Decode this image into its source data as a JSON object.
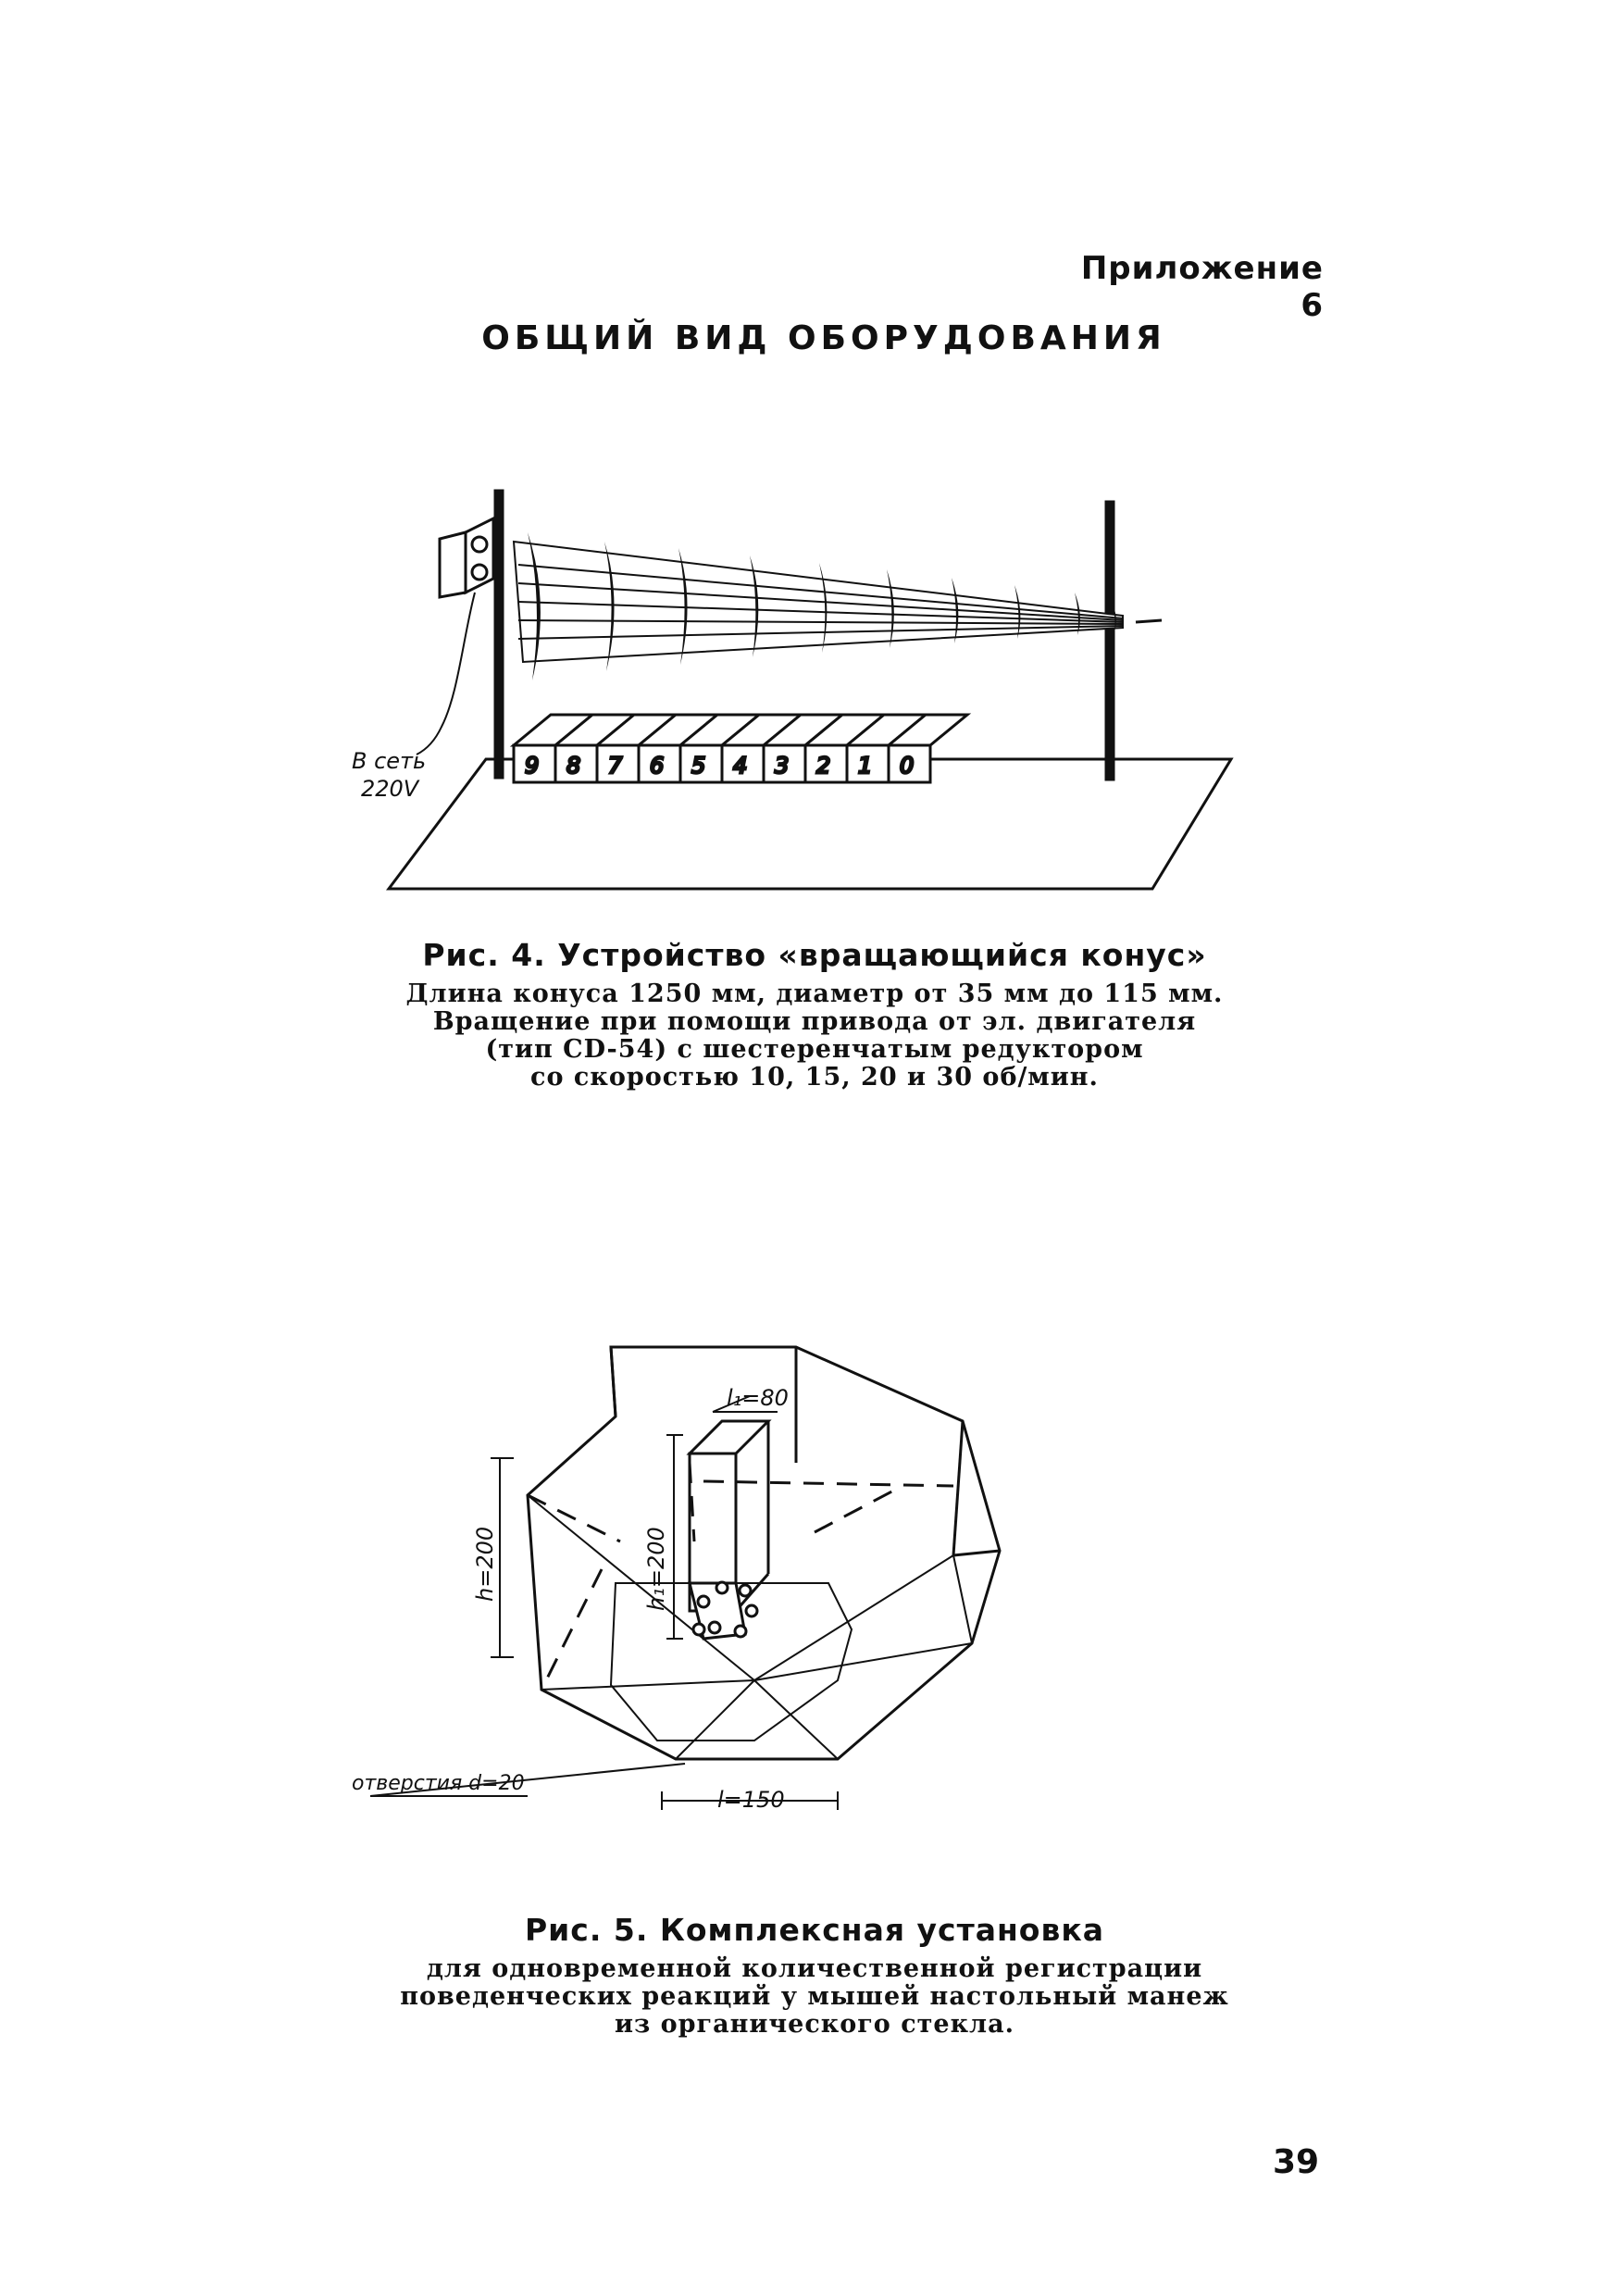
{
  "header": {
    "appendix_label": "Приложение 6"
  },
  "page_title": "ОБЩИЙ ВИД ОБОРУДОВАНИЯ",
  "figure4": {
    "caption_title": "Рис. 4. Устройство «вращающийся конус»",
    "caption_lines": [
      "Длина конуса 1250 мм, диаметр от 35 мм до 115 мм.",
      "Вращение при помощи привода от эл. двигателя",
      "(тип CD-54) с шестеренчатым редуктором",
      "со скоростью 10, 15, 20 и 30 об/мин."
    ],
    "power_label_line1": "В сеть",
    "power_label_line2": "220V",
    "box_numbers": [
      "9",
      "8",
      "7",
      "6",
      "5",
      "4",
      "3",
      "2",
      "1",
      "0"
    ]
  },
  "figure5": {
    "caption_title": "Рис. 5. Комплексная установка",
    "caption_lines": [
      "для одновременной количественной регистрации",
      "поведенческих реакций у мышей настольный манеж",
      "из органического стекла."
    ],
    "dim_l1": "l₁=80",
    "dim_h1": "h₁=200",
    "dim_h": "h=200",
    "dim_l": "l=150",
    "holes_label": "отверстия d=20"
  },
  "page_number": "39"
}
